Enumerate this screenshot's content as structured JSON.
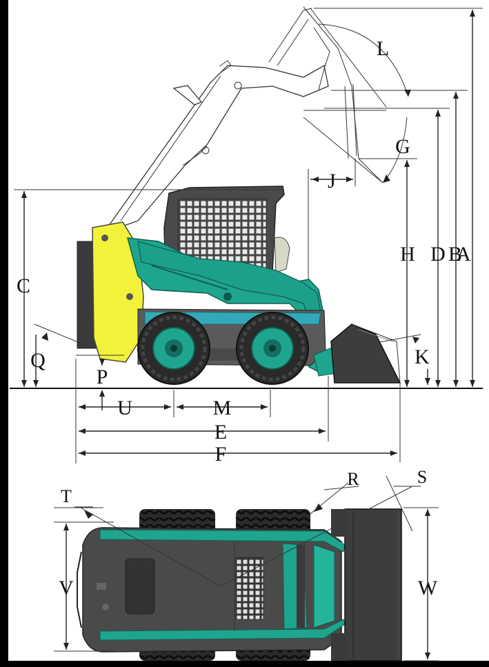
{
  "diagram": {
    "side_view_labels": {
      "A": "A",
      "B": "B",
      "C": "C",
      "D": "D",
      "E": "E",
      "F": "F",
      "G": "G",
      "H": "H",
      "J": "J",
      "K": "K",
      "L": "L",
      "M": "M",
      "P": "P",
      "Q": "Q",
      "U": "U"
    },
    "top_view_labels": {
      "R": "R",
      "S": "S",
      "T": "T",
      "V": "V",
      "W": "W"
    },
    "colors": {
      "body_teal": "#1fa58e",
      "body_teal_dark": "#13806c",
      "counterweight_yellow": "#f2f23a",
      "cab_gray": "#4a4a4a",
      "tire": "#2a2a2a",
      "rim": "#1fa58e",
      "bucket": "#3d3d3d",
      "skid_plate": "#33a8b8"
    },
    "icons": [
      "skid-steer-side-view",
      "skid-steer-top-view"
    ]
  }
}
